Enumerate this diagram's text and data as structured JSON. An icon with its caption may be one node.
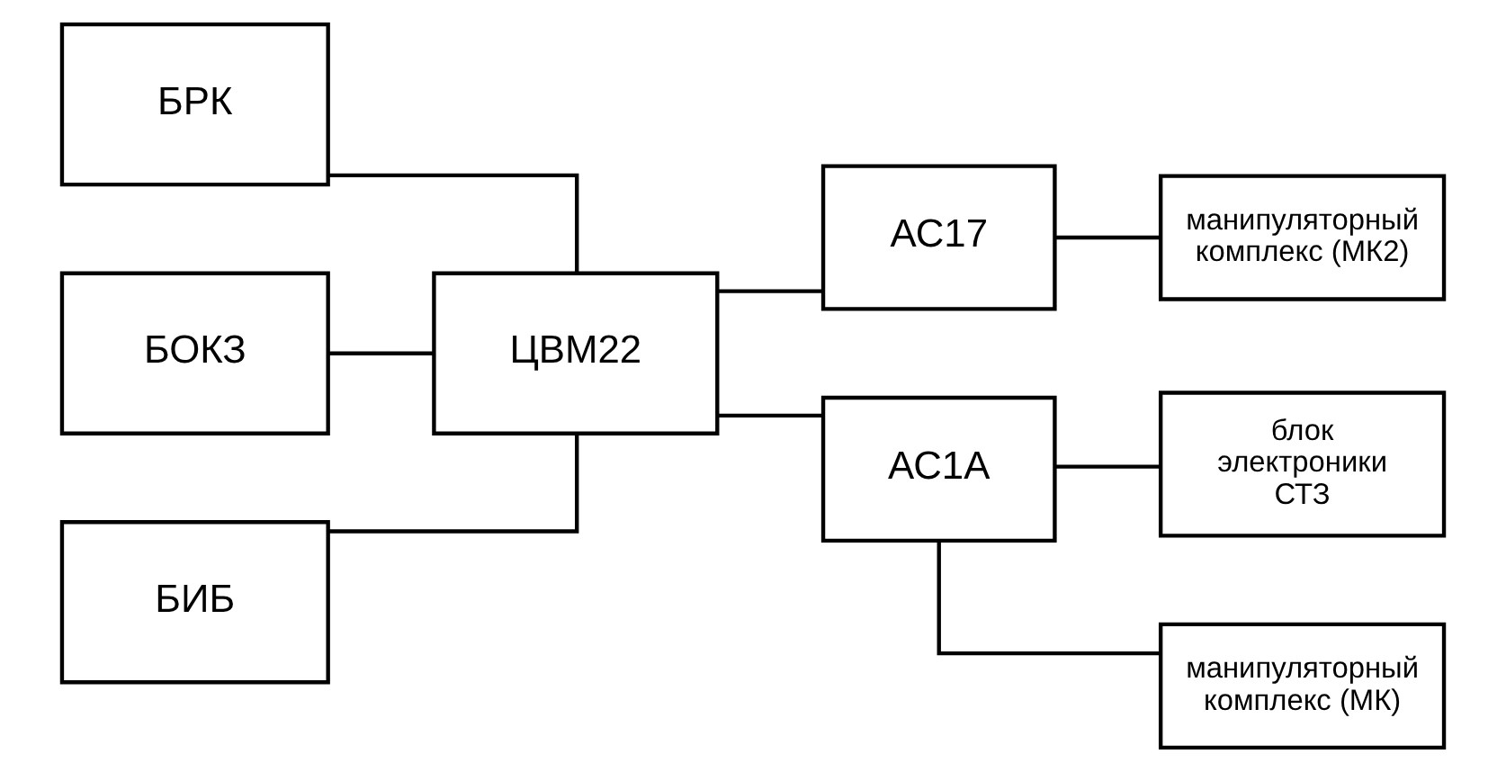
{
  "diagram": {
    "nodes": [
      {
        "text": [
          "БРК"
        ]
      },
      {
        "text": [
          "БОКЗ"
        ]
      },
      {
        "text": [
          "БИБ"
        ]
      },
      {
        "text": [
          "ЦВМ22"
        ]
      },
      {
        "text": [
          "АС17"
        ]
      },
      {
        "text": [
          "АС1А"
        ]
      },
      {
        "text": [
          "манипуляторный комплекс (МК2)"
        ]
      },
      {
        "text": [
          "блок электроники СТЗ"
        ]
      },
      {
        "text": [
          "манипуляторный комплекс (МК)"
        ]
      }
    ],
    "edges": [
      {
        "from": 0,
        "to": 3,
        "arrow": "none"
      },
      {
        "from": 1,
        "to": 3,
        "arrow": "none"
      },
      {
        "from": 2,
        "to": 3,
        "arrow": "none"
      },
      {
        "from": 3,
        "to": 4,
        "arrow": "none"
      },
      {
        "from": 3,
        "to": 5,
        "arrow": "none"
      },
      {
        "from": 4,
        "to": 6,
        "arrow": "none"
      },
      {
        "from": 5,
        "to": 7,
        "arrow": "none"
      },
      {
        "from": 5,
        "to": 8,
        "arrow": "none"
      }
    ]
  }
}
